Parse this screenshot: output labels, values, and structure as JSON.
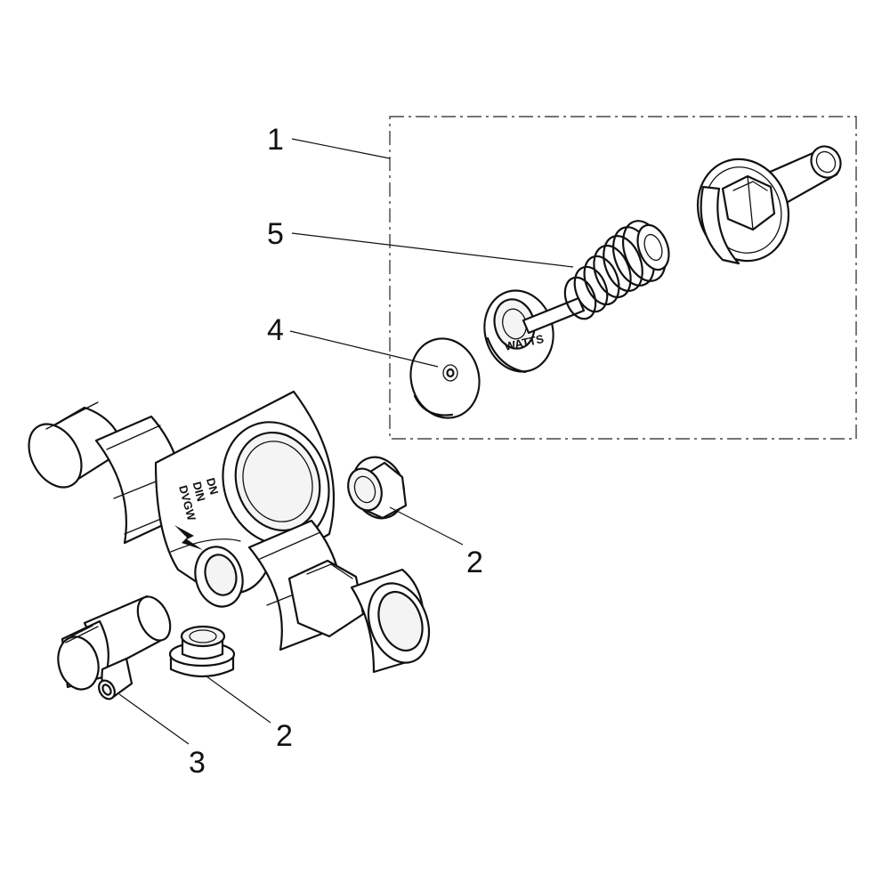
{
  "diagram": {
    "callouts": [
      {
        "id": "1",
        "label": "1"
      },
      {
        "id": "5",
        "label": "5"
      },
      {
        "id": "4",
        "label": "4"
      },
      {
        "id": "2a",
        "label": "2"
      },
      {
        "id": "2b",
        "label": "2"
      },
      {
        "id": "3",
        "label": "3"
      }
    ],
    "housing_marking": {
      "line_1": "DN",
      "line_2": "DIN",
      "line_3": "DVGW"
    }
  },
  "colors": {
    "line": "#111111",
    "background": "#ffffff"
  }
}
